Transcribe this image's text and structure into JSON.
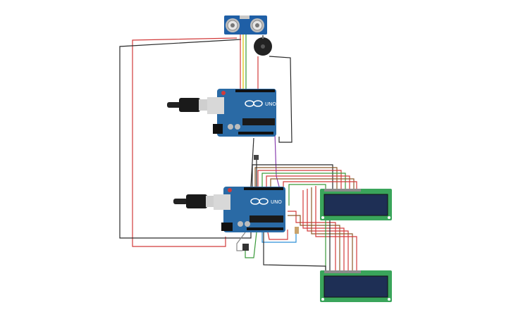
{
  "circuit": {
    "arduino_top": {
      "brand": "UNO",
      "logo": "arduino-infinity-logo"
    },
    "arduino_bottom": {
      "brand": "UNO",
      "logo": "arduino-infinity-logo"
    },
    "sensor": {
      "icon": "ultrasonic-sensor-icon"
    },
    "buzzer": {
      "icon": "piezo-buzzer-icon"
    },
    "lcd_top": {
      "icon": "lcd-16x2-icon"
    },
    "lcd_bottom": {
      "icon": "lcd-16x2-icon"
    },
    "colors": {
      "board": "#2a6aa5",
      "board_dark": "#1d4f80",
      "lcd_pcb": "#3aa55b",
      "lcd_screen": "#1e2f55",
      "wire_red": "#d23b3b",
      "wire_black": "#2b2b2b",
      "wire_green": "#3a9a3a",
      "wire_yellow": "#d9c200",
      "wire_purple": "#8a3fb0",
      "wire_brown": "#8b5a2b",
      "wire_blue": "#2d8fd6",
      "wire_gray": "#8a8a8a"
    }
  }
}
